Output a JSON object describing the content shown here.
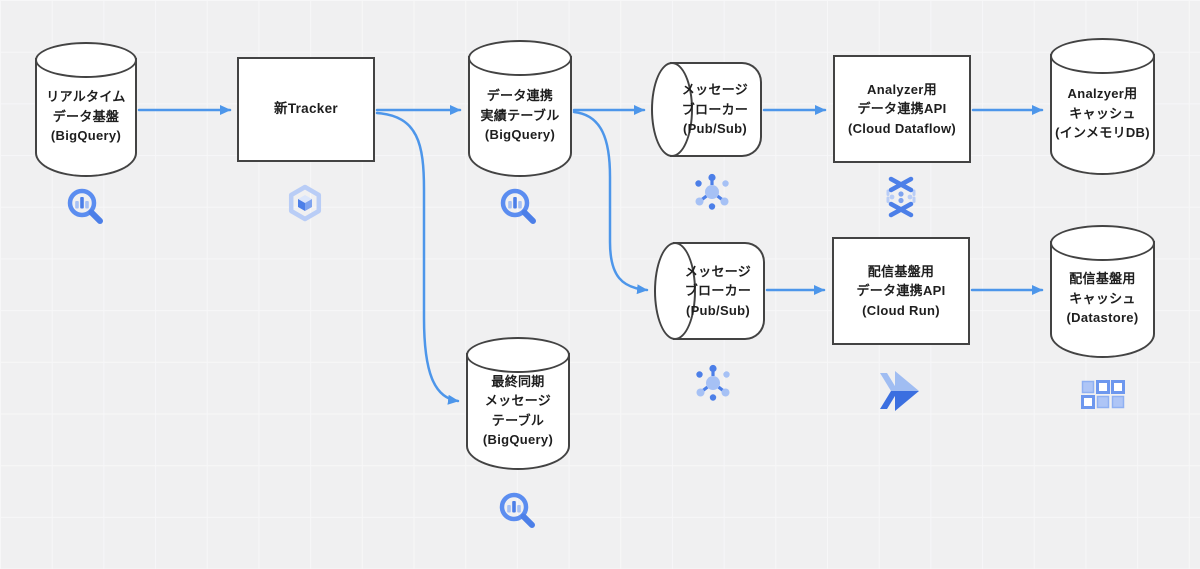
{
  "colors": {
    "arrow": "#4d96ea",
    "shape_border": "#434343",
    "shape_fill": "#ffffff",
    "icon_blue_dark": "#4c7fe8",
    "icon_blue_light": "#a6c1f5",
    "background": "#f0f0f1"
  },
  "nodes": {
    "realtime_db": {
      "label": "リアルタイム\nデータ基盤\n(BigQuery)"
    },
    "tracker": {
      "label": "新Tracker"
    },
    "data_link_table": {
      "label": "データ連携\n実績テーブル\n(BigQuery)"
    },
    "message_broker_1": {
      "label": "メッセージ\nブローカー\n(Pub/Sub)"
    },
    "analyzer_api": {
      "label": "Analyzer用\nデータ連携API\n(Cloud Dataflow)"
    },
    "analyzer_cache": {
      "label": "Analzyer用\nキャッシュ\n(インメモリDB)"
    },
    "message_broker_2": {
      "label": "メッセージ\nブローカー\n(Pub/Sub)"
    },
    "delivery_api": {
      "label": "配信基盤用\nデータ連携API\n(Cloud Run)"
    },
    "delivery_cache": {
      "label": "配信基盤用\nキャッシュ\n(Datastore)"
    },
    "final_sync_table": {
      "label": "最終同期\nメッセージ\nテーブル\n(BigQuery)"
    }
  },
  "icons": {
    "realtime_db": "bigquery-icon",
    "tracker": "gke-hexagon-cube-icon",
    "data_link_table": "bigquery-icon",
    "message_broker_1": "pubsub-icon",
    "analyzer_api": "dataflow-icon",
    "message_broker_2": "pubsub-icon",
    "delivery_api": "cloud-run-icon",
    "delivery_cache": "datastore-icon",
    "final_sync_table": "bigquery-icon"
  }
}
